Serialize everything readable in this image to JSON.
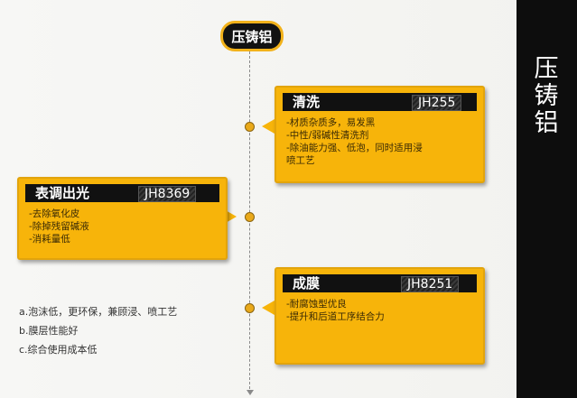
{
  "side_title": [
    "压",
    "铸",
    "铝"
  ],
  "top_label": "压铸铝",
  "cards": {
    "clean": {
      "title": "清洗",
      "code": "JH255",
      "lines": [
        "-材质杂质多，易发黑",
        "-中性/弱碱性清洗剂",
        "-除油能力强、低泡，同时适用浸",
        "喷工艺"
      ]
    },
    "brighten": {
      "title": "表调出光",
      "code": "JH8369",
      "lines": [
        "-去除氧化皮",
        "-除掉残留碱液",
        "-消耗量低"
      ]
    },
    "film": {
      "title": "成膜",
      "code": "JH8251",
      "lines": [
        "-耐腐蚀型优良",
        "-提升和后道工序结合力"
      ]
    }
  },
  "notes": [
    "a.泡沫低，更环保，兼顾浸、喷工艺",
    "b.膜层性能好",
    "c.综合使用成本低"
  ],
  "colors": {
    "accent": "#f7b40a",
    "header": "#111111",
    "sidebar": "#0d0d0d"
  }
}
